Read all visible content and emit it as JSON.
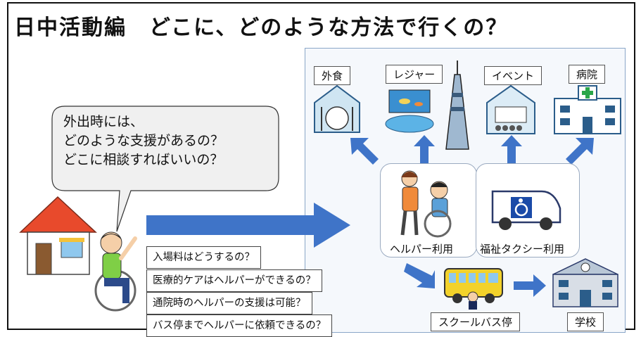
{
  "title": "日中活動編　どこに、どのような方法で行くの？",
  "bubble": {
    "lines": [
      "外出時には、",
      "どのような支援があるの？",
      "どこに相談すればいいの？"
    ]
  },
  "questions": [
    "入場料はどうするの？",
    "医療的ケアはヘルパーができるの？",
    "通院時のヘルパーの支援は可能？",
    "バス停までヘルパーに依頼できるの？"
  ],
  "destinations": {
    "eating_out": "外食",
    "leisure": "レジャー",
    "event": "イベント",
    "hospital": "病院"
  },
  "methods": {
    "helper": "ヘルパー利用",
    "welfare_taxi": "福祉タクシー利用"
  },
  "school": {
    "bus_stop": "スクールバス停",
    "school": "学校"
  },
  "colors": {
    "arrow": "#3f74c8",
    "house_roof": "#e84a2c",
    "bus": "#f3d22a",
    "hospital_cross": "#2aa64a"
  },
  "icons": [
    "house-icon",
    "wheelchair-user-icon",
    "food-icon",
    "aquarium-icon",
    "tower-icon",
    "cinema-icon",
    "hospital-icon",
    "helper-wheelchair-icon",
    "welfare-van-icon",
    "school-bus-icon",
    "school-icon"
  ]
}
